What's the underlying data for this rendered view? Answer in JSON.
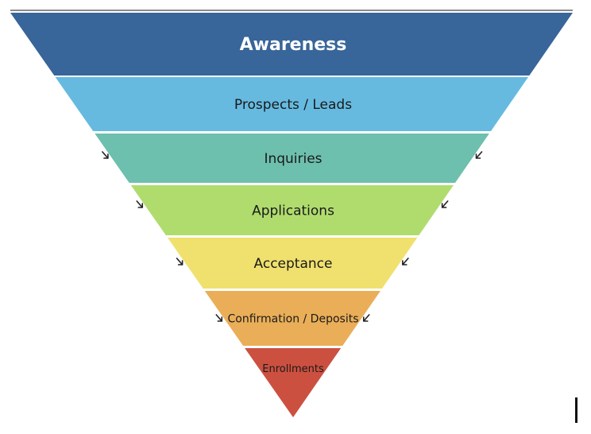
{
  "diagram": {
    "type": "funnel",
    "stages": [
      {
        "label": "Awareness",
        "color": "#38659a",
        "text_color": "#ffffff"
      },
      {
        "label": "Prospects / Leads",
        "color": "#66bae0",
        "text_color": "#1a1a1a"
      },
      {
        "label": "Inquiries",
        "color": "#6dbfae",
        "text_color": "#1a1a1a"
      },
      {
        "label": "Applications",
        "color": "#b0dc6e",
        "text_color": "#1a1a1a"
      },
      {
        "label": "Acceptance",
        "color": "#f0e06e",
        "text_color": "#1a1a1a"
      },
      {
        "label": "Confirmation / Deposits",
        "color": "#eaae58",
        "text_color": "#1a1a1a"
      },
      {
        "label": "Enrollments",
        "color": "#cc5040",
        "text_color": "#1a1a1a"
      }
    ],
    "arrow_icon": "arrow-down-right / arrow-down-left",
    "arrow_color": "#222222"
  }
}
